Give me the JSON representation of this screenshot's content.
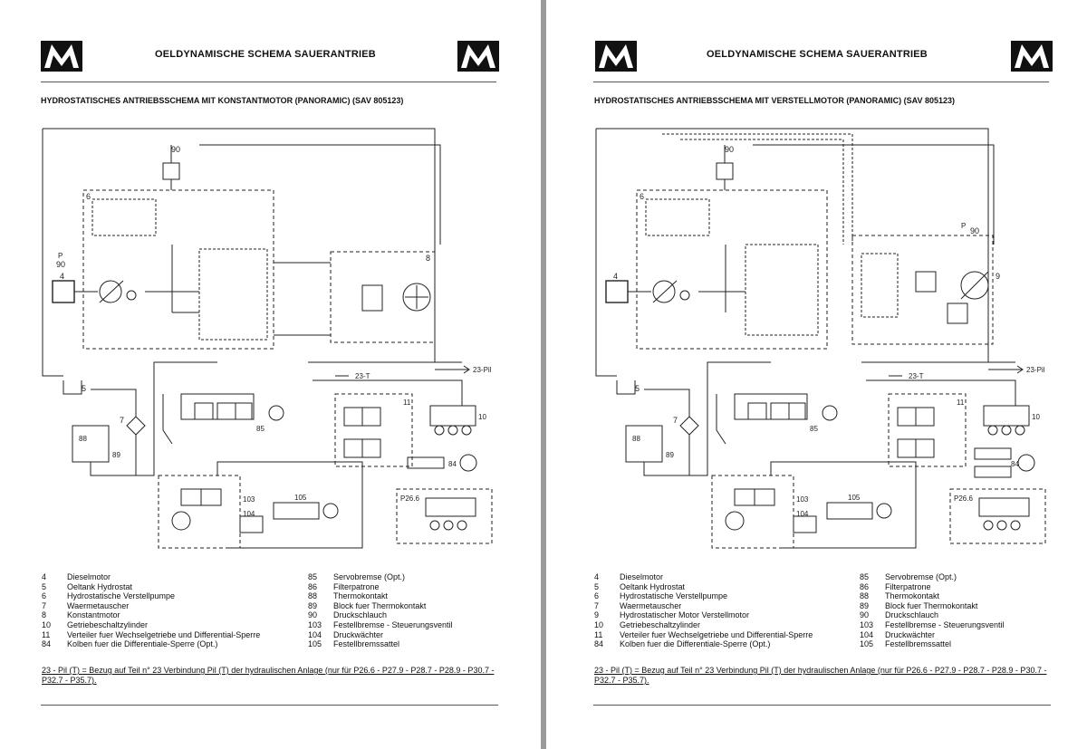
{
  "pages": [
    {
      "header": {
        "title": "OELDYNAMISCHE SCHEMA SAUERANTRIEB"
      },
      "subtitle": "HYDROSTATISCHES ANTRIEBSSCHEMA MIT KONSTANTMOTOR (PANORAMIC) (SAV 805123)",
      "diagram_labels": {
        "ref_out": "23-Pil",
        "ref_t": "23-T",
        "p_label": "P",
        "n90": "90",
        "n4": "4",
        "n5": "5",
        "n6": "6",
        "n7": "7",
        "n8": "8",
        "n10": "10",
        "n11": "11",
        "n85": "85",
        "n88": "88",
        "n89": "89",
        "n103": "103",
        "n104": "104",
        "n105": "105",
        "n84": "84",
        "p266": "P26.6"
      },
      "legend_left": [
        {
          "num": "4",
          "text": "Dieselmotor"
        },
        {
          "num": "5",
          "text": "Oeltank Hydrostat"
        },
        {
          "num": "6",
          "text": "Hydrostatische Verstellpumpe"
        },
        {
          "num": "7",
          "text": "Waermetauscher"
        },
        {
          "num": "8",
          "text": "Konstantmotor"
        },
        {
          "num": "10",
          "text": "Getriebeschaltzylinder"
        },
        {
          "num": "11",
          "text": "Verteiler fuer Wechselgetriebe und Differential-Sperre"
        },
        {
          "num": "84",
          "text": "Kolben fuer die Differentiale-Sperre (Opt.)"
        }
      ],
      "legend_right": [
        {
          "num": "85",
          "text": "Servobremse (Opt.)"
        },
        {
          "num": "86",
          "text": "Filterpatrone"
        },
        {
          "num": "88",
          "text": "Thermokontakt"
        },
        {
          "num": "89",
          "text": "Block fuer Thermokontakt"
        },
        {
          "num": "90",
          "text": "Druckschlauch"
        },
        {
          "num": "103",
          "text": "Festellbremse - Steuerungsventil"
        },
        {
          "num": "104",
          "text": "Druckwächter"
        },
        {
          "num": "105",
          "text": "Festellbremssattel"
        }
      ],
      "footnote": "23 - Pil (T) = Bezug auf Teil n° 23 Verbindung Pil (T) der hydraulischen Anlage (nur für P26.6 - P27.9 - P28.7 - P28.9 - P30.7 - P32.7 - P35.7)."
    },
    {
      "header": {
        "title": "OELDYNAMISCHE SCHEMA SAUERANTRIEB"
      },
      "subtitle": "HYDROSTATISCHES ANTRIEBSSCHEMA MIT VERSTELLMOTOR (PANORAMIC) (SAV 805123)",
      "diagram_labels": {
        "ref_out": "23-Pil",
        "ref_t": "23-T",
        "p_label": "P",
        "n90": "90",
        "n4": "4",
        "n5": "5",
        "n6": "6",
        "n7": "7",
        "n8": "9",
        "n10": "10",
        "n11": "11",
        "n85": "85",
        "n88": "88",
        "n89": "89",
        "n103": "103",
        "n104": "104",
        "n105": "105",
        "n84": "84",
        "p266": "P26.6"
      },
      "legend_left": [
        {
          "num": "4",
          "text": "Dieselmotor"
        },
        {
          "num": "5",
          "text": "Oeltank Hydrostat"
        },
        {
          "num": "6",
          "text": "Hydrostatische Verstellpumpe"
        },
        {
          "num": "7",
          "text": "Waermetauscher"
        },
        {
          "num": "9",
          "text": "Hydrostatischer Motor Verstellmotor"
        },
        {
          "num": "10",
          "text": "Getriebeschaltzylinder"
        },
        {
          "num": "11",
          "text": "Verteiler fuer Wechselgetriebe und Differential-Sperre"
        },
        {
          "num": "84",
          "text": "Kolben fuer die Differentiale-Sperre (Opt.)"
        }
      ],
      "legend_right": [
        {
          "num": "85",
          "text": "Servobremse (Opt.)"
        },
        {
          "num": "86",
          "text": "Filterpatrone"
        },
        {
          "num": "88",
          "text": "Thermokontakt"
        },
        {
          "num": "89",
          "text": "Block fuer Thermokontakt"
        },
        {
          "num": "90",
          "text": "Druckschlauch"
        },
        {
          "num": "103",
          "text": "Festellbremse - Steuerungsventil"
        },
        {
          "num": "104",
          "text": "Druckwächter"
        },
        {
          "num": "105",
          "text": "Festellbremssattel"
        }
      ],
      "footnote": "23 - Pil (T) = Bezug auf Teil n° 23 Verbindung Pil (T) der hydraulischen Anlage (nur für P26.6 - P27.9 - P28.7 - P28.9 - P30.7 - P32.7 - P35.7)."
    }
  ]
}
